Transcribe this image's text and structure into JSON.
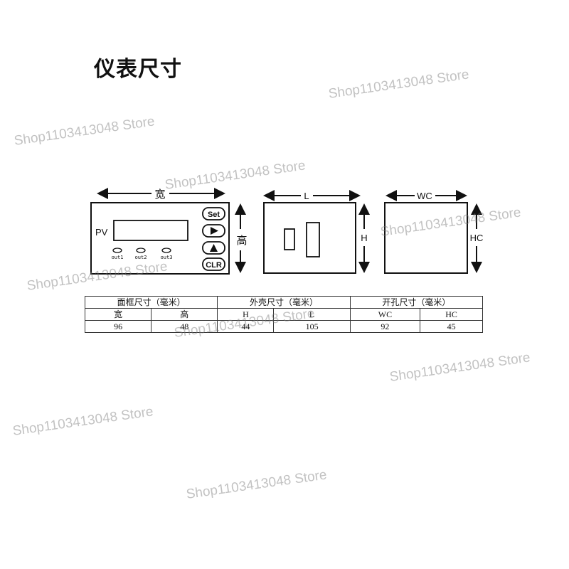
{
  "title": "仪表尺寸",
  "front_view": {
    "width_label": "宽",
    "height_label": "高",
    "pv_label": "PV",
    "buttons": {
      "set": "Set",
      "clr": "CLR"
    },
    "leds": [
      "out1",
      "out2",
      "out3"
    ]
  },
  "side_view": {
    "length_label": "L",
    "height_label": "H"
  },
  "cutout_view": {
    "width_label": "WC",
    "height_label": "HC"
  },
  "table": {
    "groups": [
      "面框尺寸（毫米）",
      "外壳尺寸（毫米）",
      "开孔尺寸（毫米）"
    ],
    "headers": [
      "宽",
      "高",
      "H",
      "L",
      "WC",
      "HC"
    ],
    "values": [
      "96",
      "48",
      "44",
      "105",
      "92",
      "45"
    ]
  },
  "watermark": "Shop1103413048 Store"
}
